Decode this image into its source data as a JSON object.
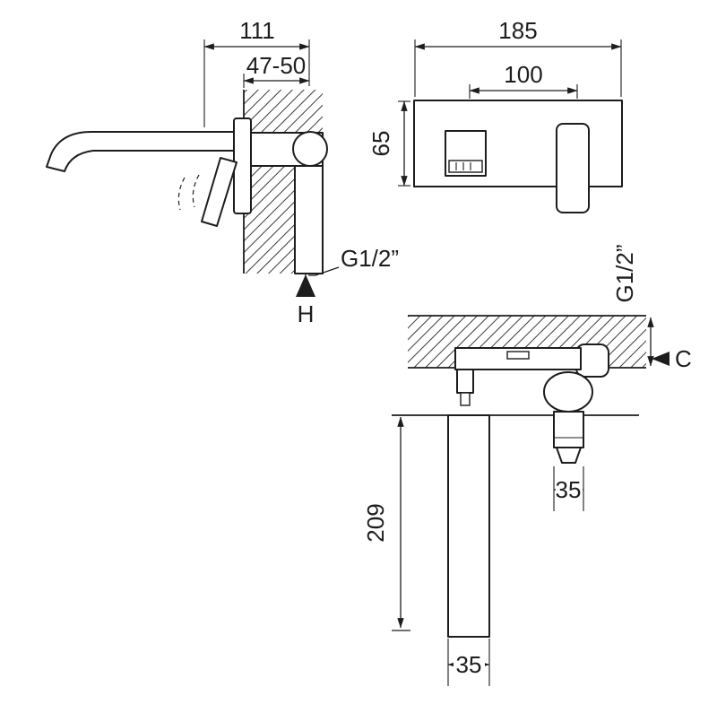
{
  "drawing": {
    "side_view": {
      "dim_total_depth": "111",
      "dim_wall_thickness": "47-50",
      "thread_label": "G1/2”",
      "datum_label": "H"
    },
    "front_view": {
      "dim_plate_width": "185",
      "dim_centers": "100",
      "dim_plate_height": "65"
    },
    "plan_view": {
      "thread_label": "G1/2”",
      "datum_label": "C",
      "dim_projection": "209",
      "dim_spout_width": "35",
      "dim_handle_width": "35"
    },
    "colors": {
      "line": "#1d1d1d",
      "background": "#ffffff"
    }
  }
}
